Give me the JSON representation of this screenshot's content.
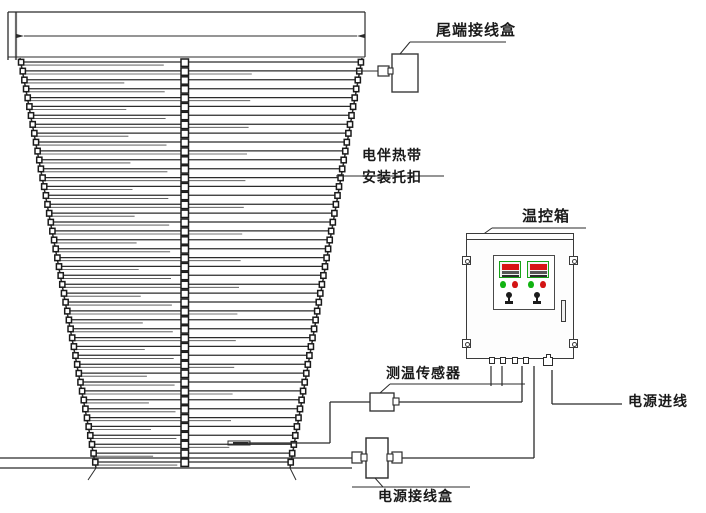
{
  "diagram": {
    "title_context": "Electric heat tracing installation on hopper with temperature control box",
    "background_color": "#ffffff",
    "line_color": "#2b2b2b"
  },
  "labels": {
    "tail_junction_box": "尾端接线盒",
    "heat_tape_line1": "电伴热带",
    "heat_tape_line2": "安装托扣",
    "temp_control_box": "温控箱",
    "temp_sensor": "测温传感器",
    "power_junction_box": "电源接线盒",
    "power_input_line": "电源进线"
  },
  "hopper": {
    "trace_line_count": 46,
    "clip_color": "#1a1a1a",
    "has_top_dimension_line": true,
    "shape": "trapezoid-funnel"
  },
  "control_box": {
    "controller_count": 2,
    "display_border_color": "#16a316",
    "display_digit_color": "#d81414",
    "indicator_green": "#12b312",
    "indicator_red": "#d31414",
    "knob_color": "#1c1c1c",
    "bottom_gland_count": 4,
    "mounting_ear_count": 4
  },
  "icons": {
    "tail_box": "junction-box-icon",
    "sensor": "temperature-sensor-icon",
    "power_box": "power-junction-box-icon",
    "cabinet": "control-cabinet-icon"
  }
}
